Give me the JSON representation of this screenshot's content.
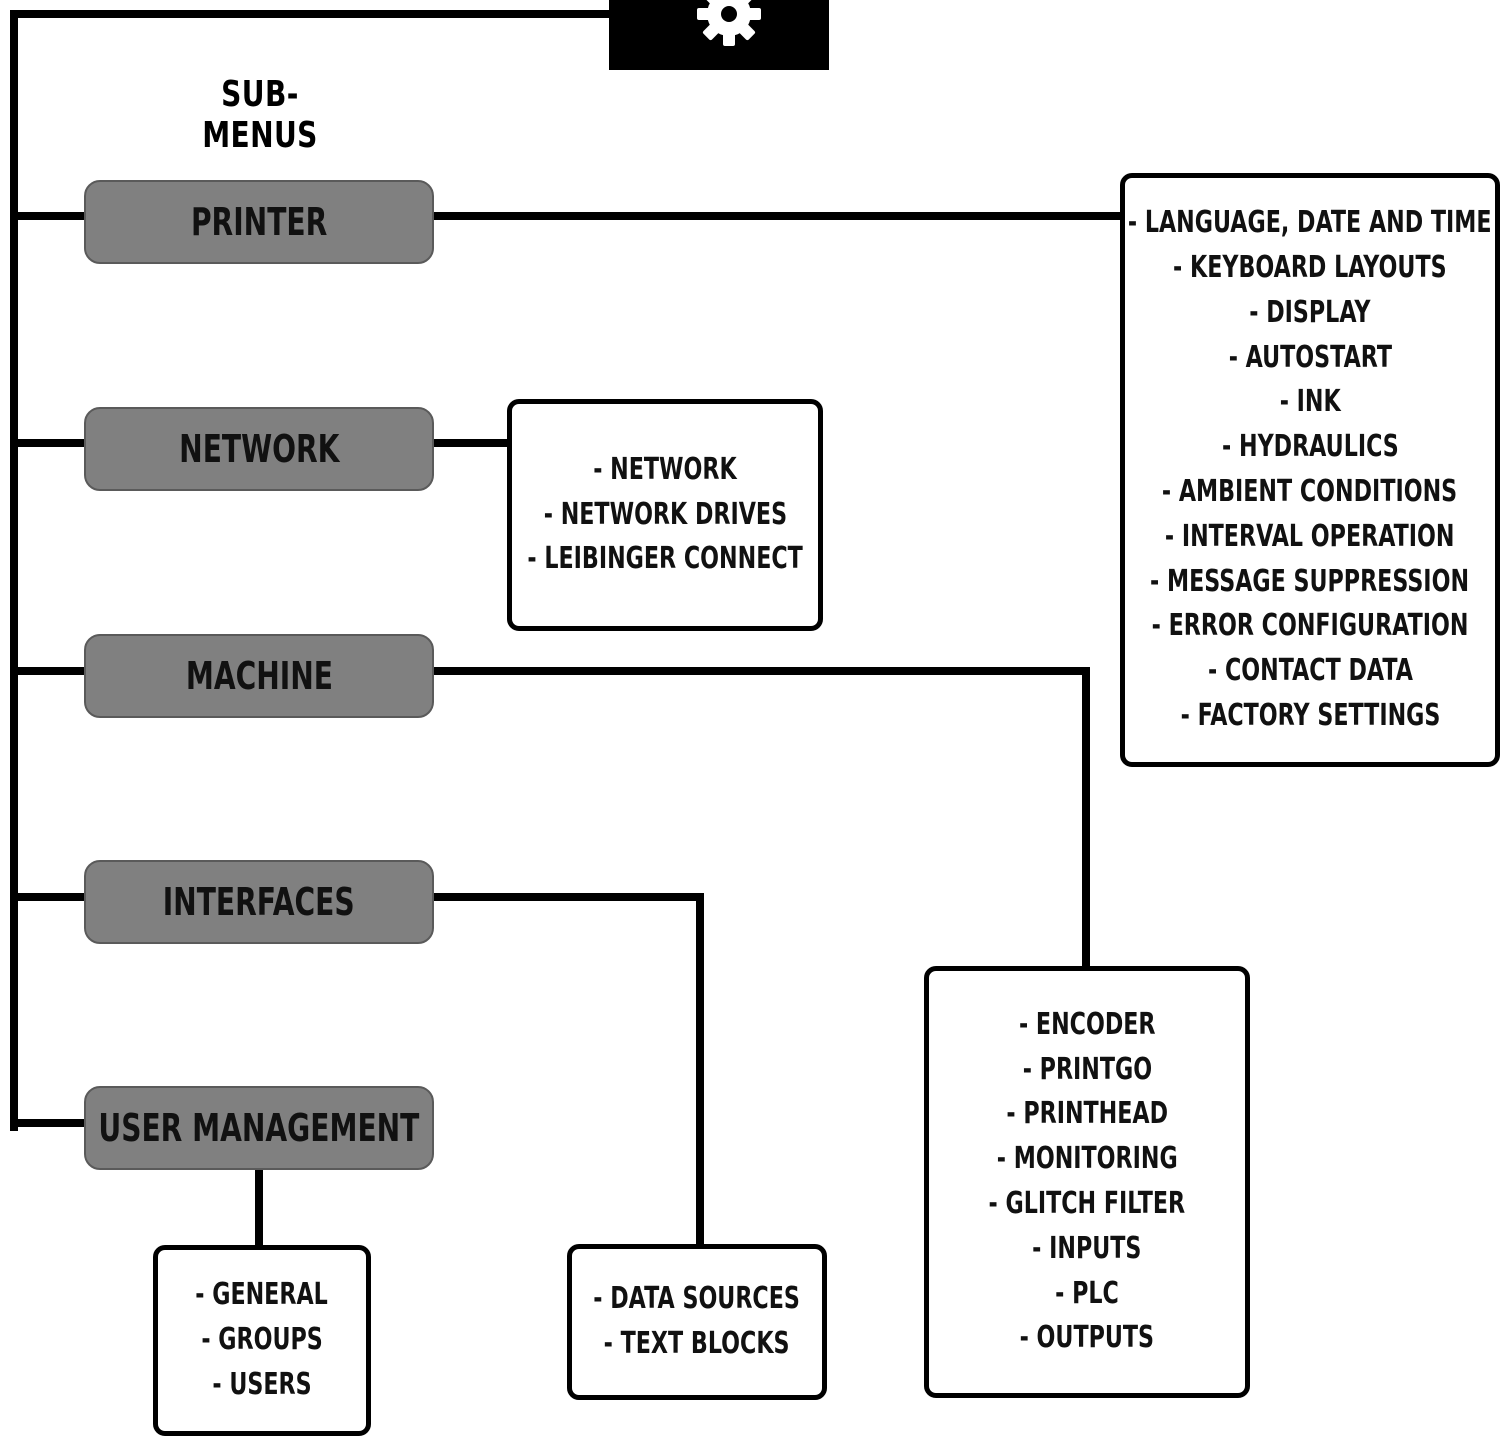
{
  "header": {
    "icon": "gear-icon",
    "title": "SUB-MENUS"
  },
  "menus": [
    {
      "key": "printer",
      "label": "PRINTER",
      "submenus": [
        "- LANGUAGE, DATE AND TIME",
        "- KEYBOARD LAYOUTS",
        "- DISPLAY",
        "- AUTOSTART",
        "- INK",
        "- HYDRAULICS",
        "- AMBIENT CONDITIONS",
        "- INTERVAL OPERATION",
        "- MESSAGE SUPPRESSION",
        "- ERROR CONFIGURATION",
        "- CONTACT DATA",
        "- FACTORY SETTINGS"
      ]
    },
    {
      "key": "network",
      "label": "NETWORK",
      "submenus": [
        "- NETWORK",
        "- NETWORK DRIVES",
        "- LEIBINGER CONNECT"
      ]
    },
    {
      "key": "machine",
      "label": "MACHINE",
      "submenus": [
        "- ENCODER",
        "- PRINTGO",
        "- PRINTHEAD",
        "- MONITORING",
        "- GLITCH FILTER",
        "- INPUTS",
        "- PLC",
        "- OUTPUTS"
      ]
    },
    {
      "key": "interfaces",
      "label": "INTERFACES",
      "submenus": [
        "- DATA SOURCES",
        "- TEXT BLOCKS"
      ]
    },
    {
      "key": "user-management",
      "label": "USER MANAGEMENT",
      "submenus": [
        "- GENERAL",
        "- GROUPS",
        "- USERS"
      ]
    }
  ],
  "colors": {
    "button_fill": "#808080",
    "line": "#000000",
    "box_border": "#000000"
  }
}
